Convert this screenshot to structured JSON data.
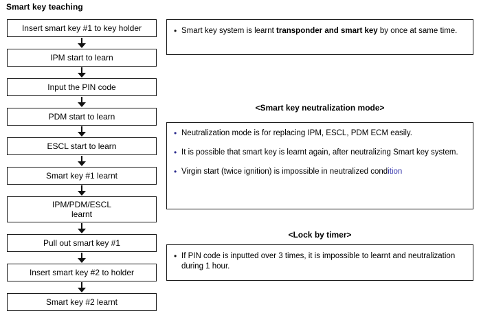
{
  "flow": {
    "title": "Smart key teaching",
    "nodes": [
      "Insert smart key #1 to key holder",
      "IPM start to learn",
      "Input the PIN code",
      "PDM start to learn",
      "ESCL start to learn",
      "Smart key #1 learnt",
      "IPM/PDM/ESCL\nlearnt",
      "Pull out smart key #1",
      "Insert smart key #2 to holder",
      "Smart key #2 learnt"
    ],
    "arrow_icon": "down-arrow-icon"
  },
  "notes": {
    "top_panel": {
      "item_prefix": "Smart key system is learnt ",
      "item_bold": "transponder and smart key",
      "item_suffix": " by once at same  time."
    },
    "neutralization": {
      "heading": "<Smart key neutralization mode>",
      "items": [
        "Neutralization mode is for replacing IPM, ESCL, PDM ECM easily.",
        "It is possible that smart key is learnt again, after neutralizing Smart key system.",
        "Virgin start (twice ignition) is impossible in neutralized cond"
      ],
      "item3_tail": "ition"
    },
    "lock_by_timer": {
      "heading": "<Lock by timer>",
      "items": [
        "If PIN code is inputted over 3 times, it is impossible to learnt and neutralization during 1 hour."
      ]
    }
  },
  "colors": {
    "border": "#1a1a1a",
    "text": "#000000",
    "bullet": "#2a2a8c",
    "accent_blue": "#3333aa",
    "background": "#ffffff"
  }
}
